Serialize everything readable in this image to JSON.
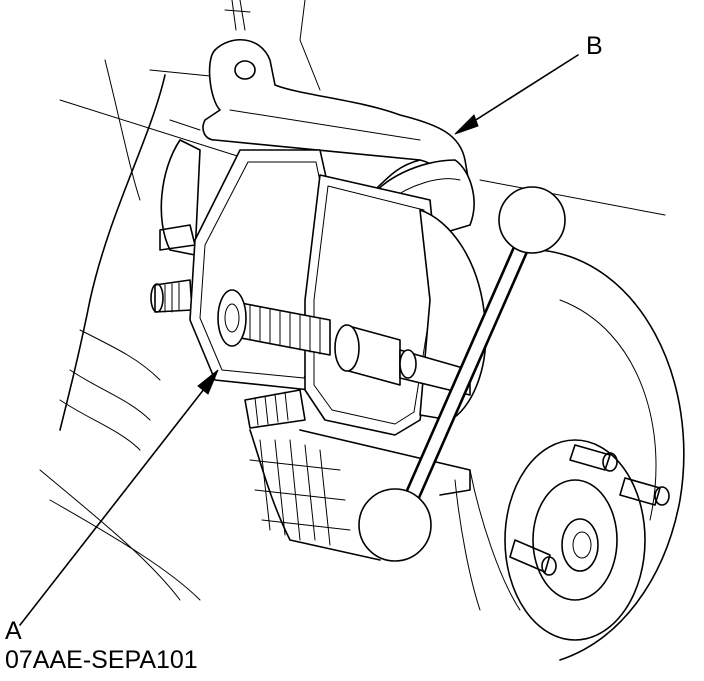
{
  "callouts": {
    "a": "A",
    "b": "B"
  },
  "part_number": "07AAE-SEPA101",
  "colors": {
    "ink": "#000000",
    "paper": "#ffffff"
  }
}
